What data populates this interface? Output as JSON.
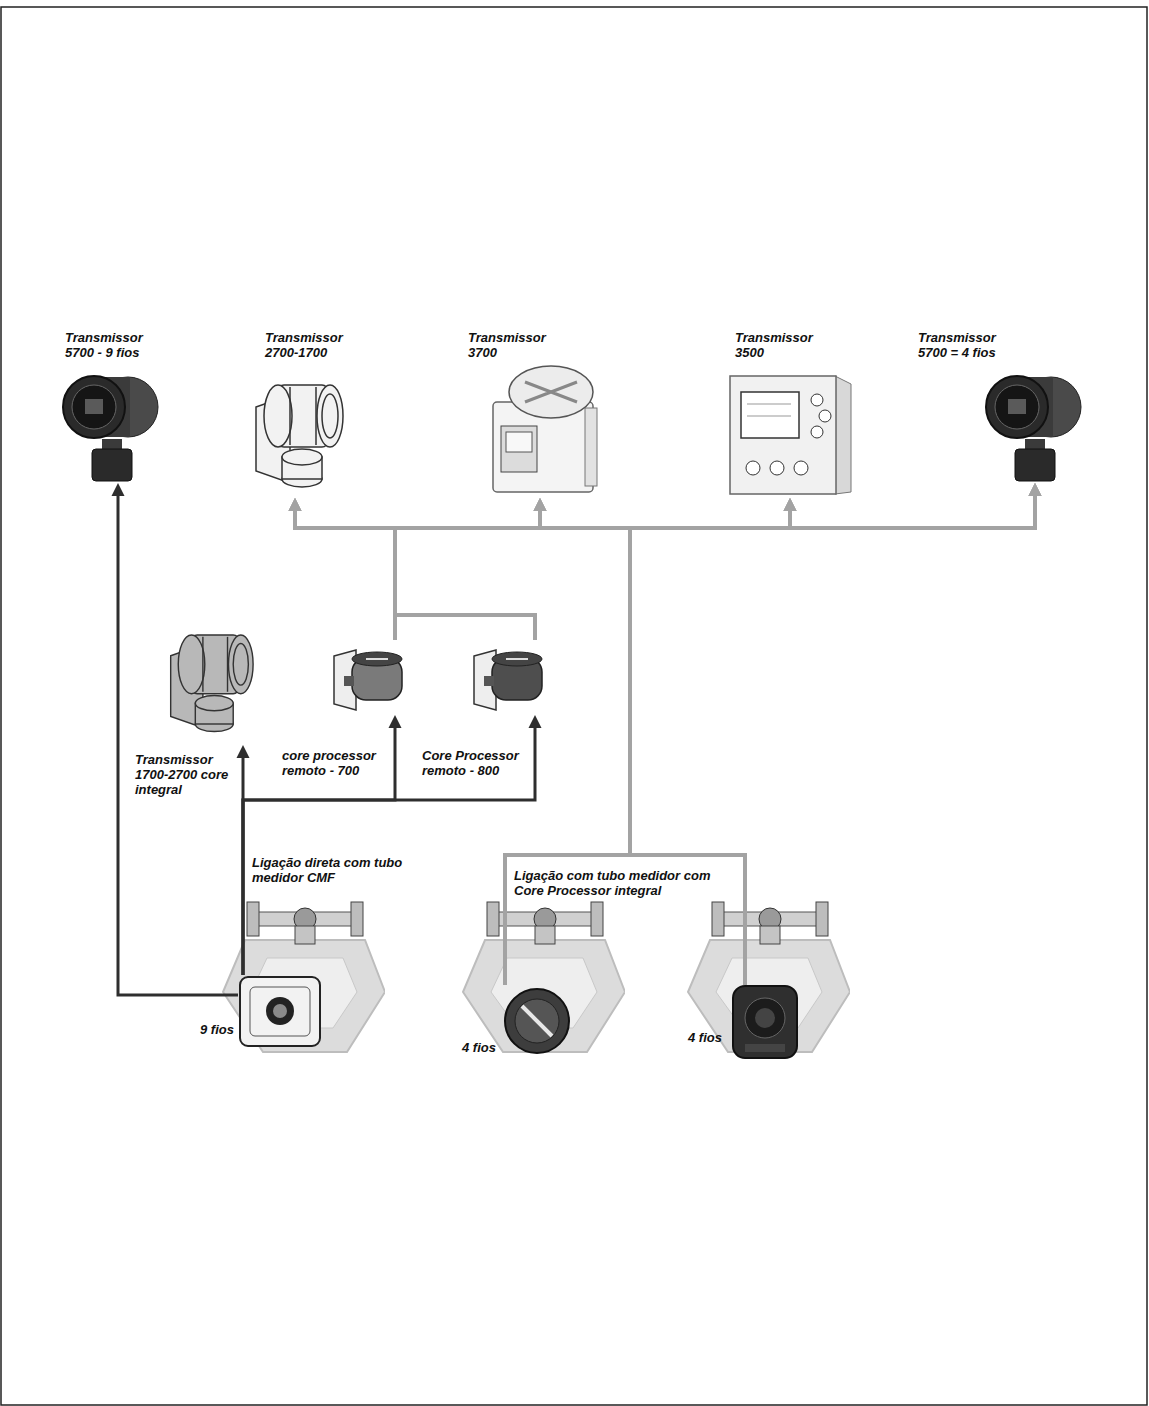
{
  "diagram": {
    "nodes": [
      {
        "text": [
          "Transmissor 5700 - 9 fios"
        ]
      },
      {
        "text": [
          "Transmissor 2700-1700"
        ]
      },
      {
        "text": [
          "Transmissor 3700"
        ]
      },
      {
        "text": [
          "Transmissor 3500"
        ]
      },
      {
        "text": [
          "Transmissor 5700 = 4 fios"
        ]
      },
      {
        "text": [
          "Transmissor 1700-2700 core integral"
        ]
      },
      {
        "text": [
          "core processor remoto - 700"
        ]
      },
      {
        "text": [
          "Core Processor remoto - 800"
        ]
      },
      {
        "text": [
          "Ligação direta com tubo medidor CMF",
          "9 fios"
        ]
      },
      {
        "text": [
          "Ligação com tubo medidor com Core Processor integral",
          "4 fios"
        ]
      },
      {
        "text": [
          "4 fios"
        ]
      }
    ],
    "edges": [
      {
        "from": 8,
        "to": 0,
        "arrow": "to"
      },
      {
        "from": 8,
        "to": 5,
        "arrow": "to"
      },
      {
        "from": 8,
        "to": 6,
        "arrow": "to"
      },
      {
        "from": 8,
        "to": 7,
        "arrow": "to"
      },
      {
        "from": 6,
        "to": 1,
        "arrow": "to"
      },
      {
        "from": 6,
        "to": 2,
        "arrow": "to"
      },
      {
        "from": 6,
        "to": 3,
        "arrow": "to"
      },
      {
        "from": 6,
        "to": 4,
        "arrow": "to"
      },
      {
        "from": 7,
        "to": 1,
        "arrow": "to"
      },
      {
        "from": 7,
        "to": 2,
        "arrow": "to"
      },
      {
        "from": 7,
        "to": 3,
        "arrow": "to"
      },
      {
        "from": 7,
        "to": 4,
        "arrow": "to"
      },
      {
        "from": 9,
        "to": 1,
        "arrow": "to"
      },
      {
        "from": 9,
        "to": 2,
        "arrow": "to"
      },
      {
        "from": 9,
        "to": 3,
        "arrow": "to"
      },
      {
        "from": 9,
        "to": 4,
        "arrow": "to"
      },
      {
        "from": 10,
        "to": 1,
        "arrow": "to"
      },
      {
        "from": 10,
        "to": 2,
        "arrow": "to"
      },
      {
        "from": 10,
        "to": 3,
        "arrow": "to"
      },
      {
        "from": 10,
        "to": 4,
        "arrow": "to"
      }
    ]
  }
}
